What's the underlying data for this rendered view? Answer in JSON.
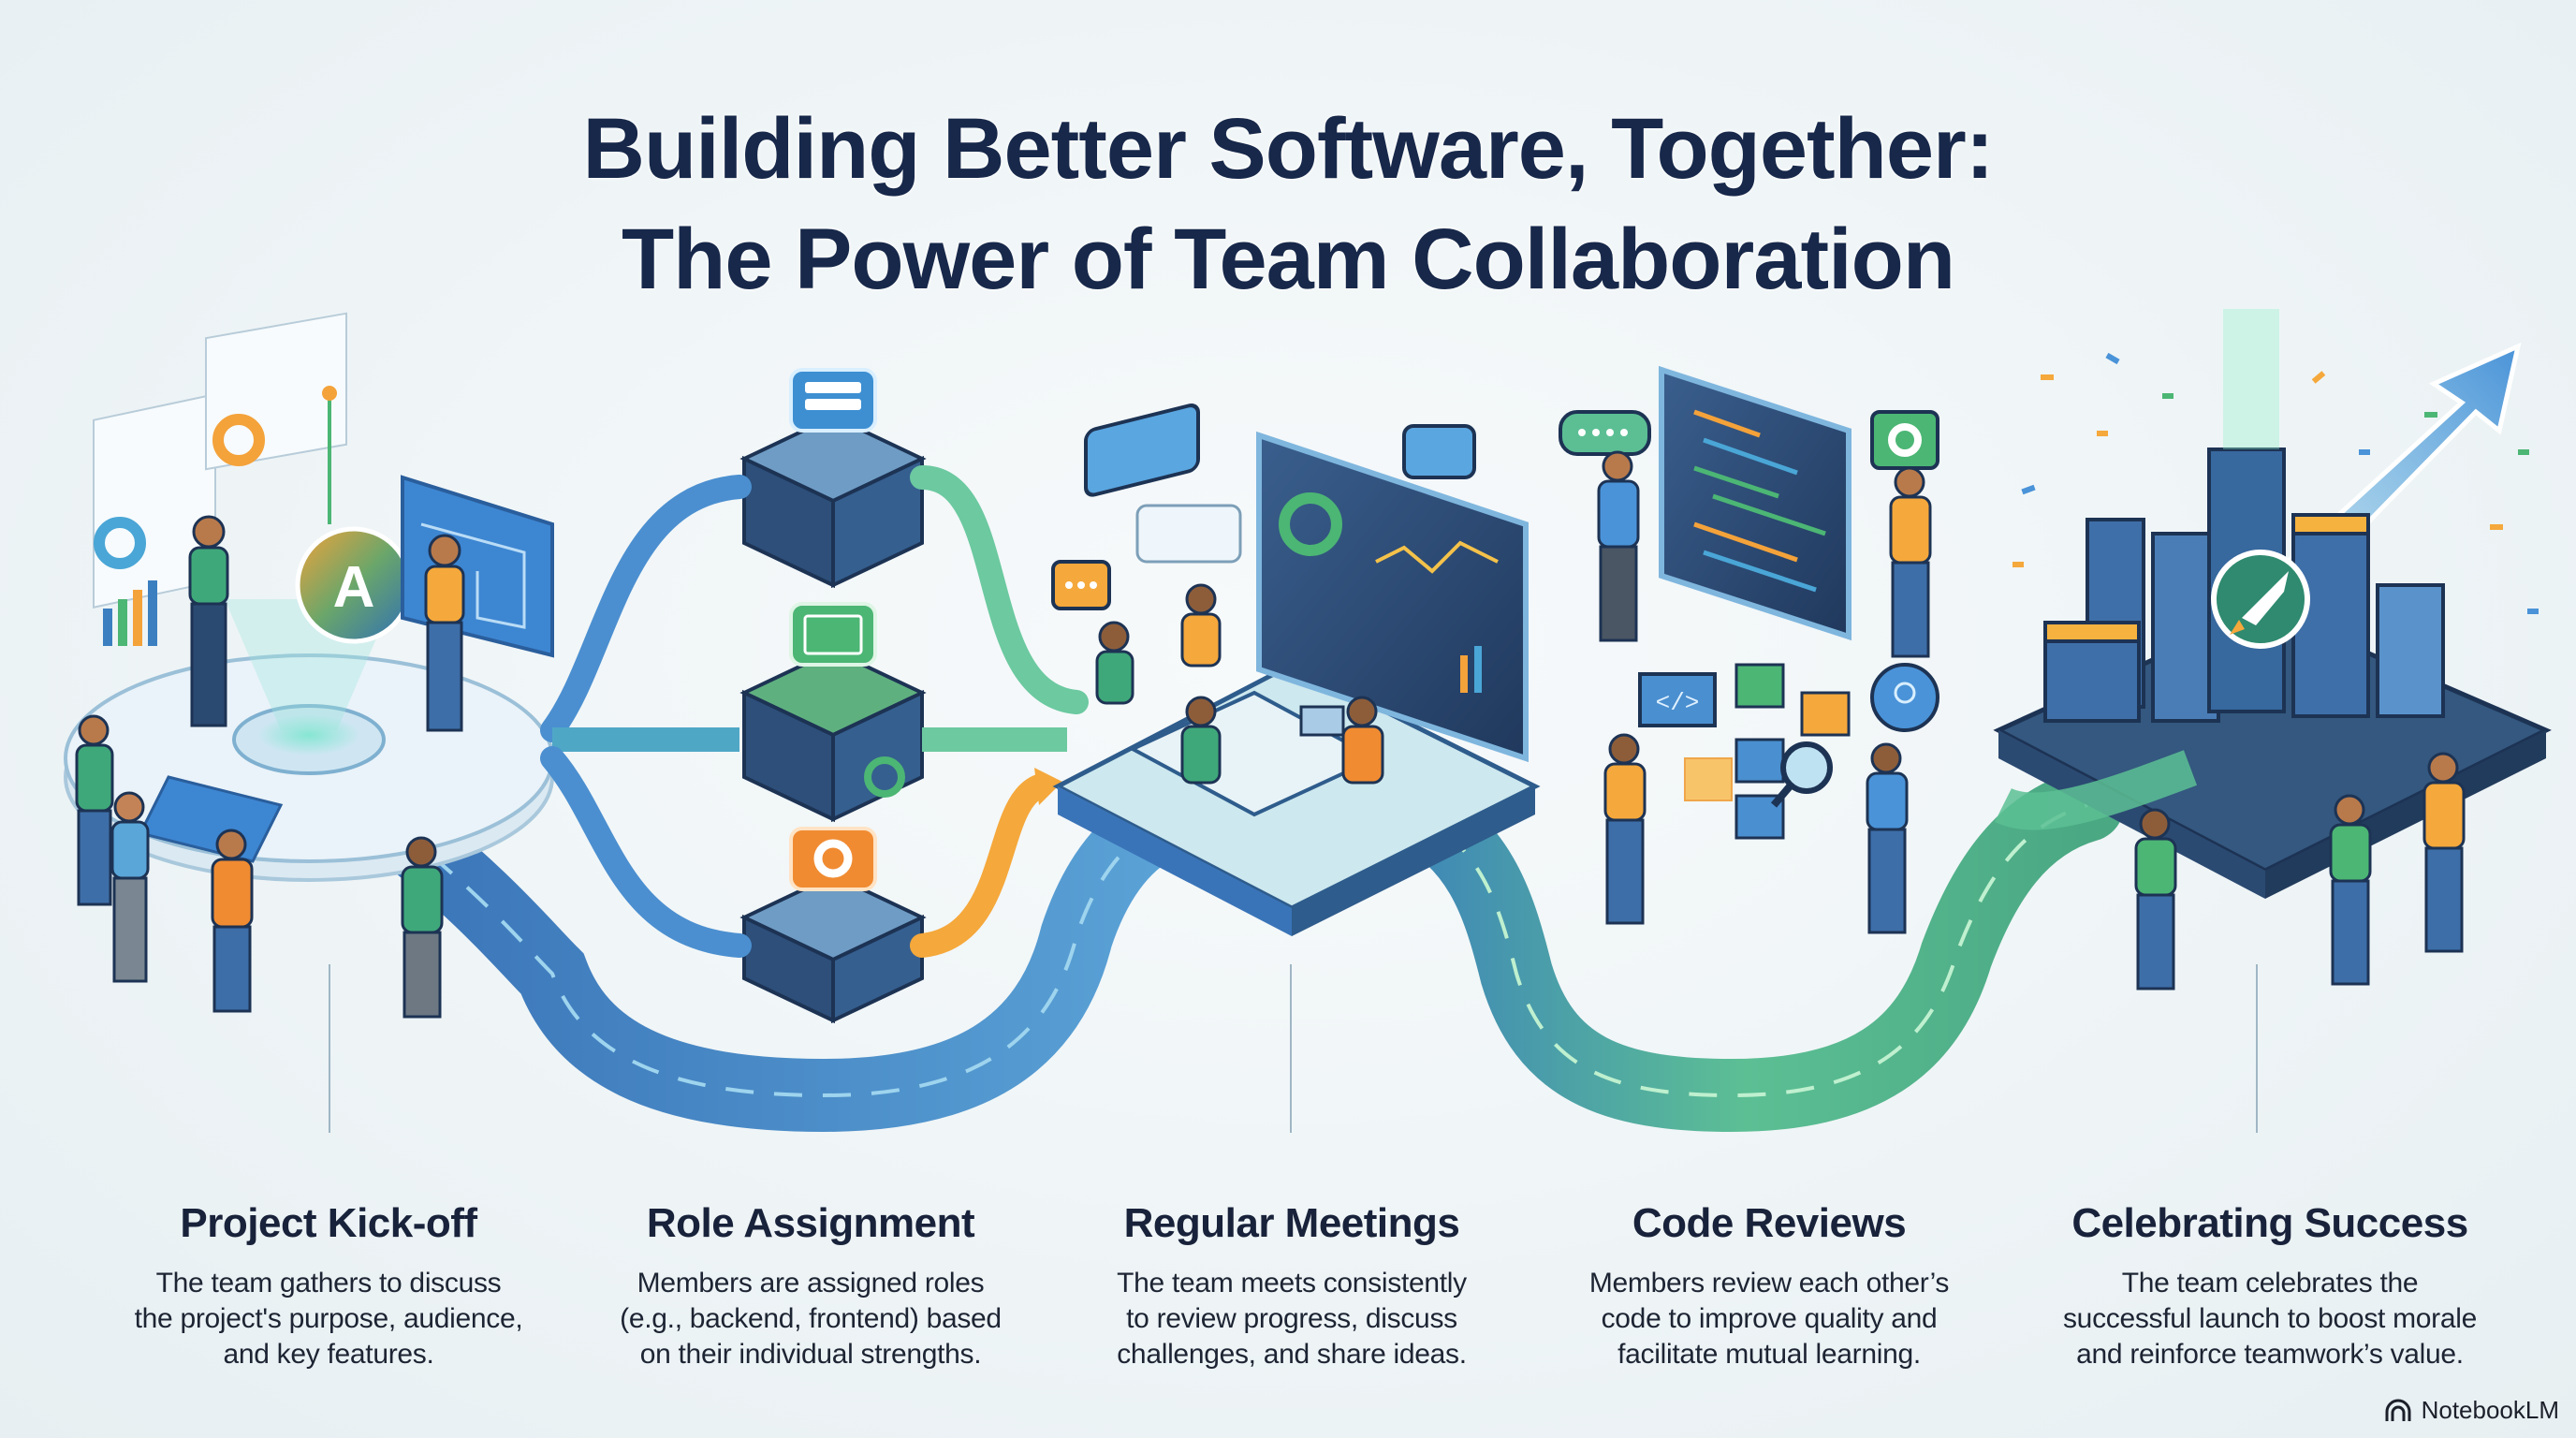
{
  "title": {
    "line1": "Building Better Software, Together:",
    "line2": "The Power of Team Collaboration"
  },
  "colors": {
    "title": "#17284a",
    "path_blue": "#3f7fc0",
    "path_green": "#5bbf8e",
    "accent_orange": "#f4a23a",
    "accent_green": "#4cb674",
    "dark_navy": "#2b4a6f",
    "background": "#eef4f6"
  },
  "stages": [
    {
      "title": "Project Kick-off",
      "lines": [
        "The team gathers to discuss",
        "the project's purpose, audience,",
        "and key features."
      ],
      "illustration": "team-around-holographic-platform",
      "icons": [
        "app-logo-icon",
        "donut-chart-icon",
        "bar-chart-icon",
        "blueprint-icon"
      ]
    },
    {
      "title": "Role Assignment",
      "lines": [
        "Members are assigned roles",
        "(e.g., backend, frontend) based",
        "on their individual strengths."
      ],
      "illustration": "three-server-blocks-with-flow-arrows",
      "icons": [
        "server-icon",
        "browser-window-icon",
        "gear-icon"
      ]
    },
    {
      "title": "Regular Meetings",
      "lines": [
        "The team meets consistently",
        "to review progress, discuss",
        "challenges, and share ideas."
      ],
      "illustration": "meeting-table-with-dashboard",
      "icons": [
        "chat-bubble-icon",
        "dashboard-icon",
        "laptop-icon"
      ]
    },
    {
      "title": "Code Reviews",
      "lines": [
        "Members review each other’s",
        "code to improve quality and",
        "facilitate mutual learning."
      ],
      "illustration": "code-screen-with-reviewers",
      "icons": [
        "code-icon",
        "magnifier-icon",
        "lightbulb-icon",
        "gear-icon"
      ]
    },
    {
      "title": "Celebrating Success",
      "lines": [
        "The team celebrates the",
        "successful launch to boost morale",
        "and reinforce teamwork’s value."
      ],
      "illustration": "city-with-rocket-and-confetti",
      "icons": [
        "rocket-icon",
        "upward-arrow-icon",
        "confetti-icon"
      ]
    }
  ],
  "brand": {
    "label": "NotebookLM"
  }
}
